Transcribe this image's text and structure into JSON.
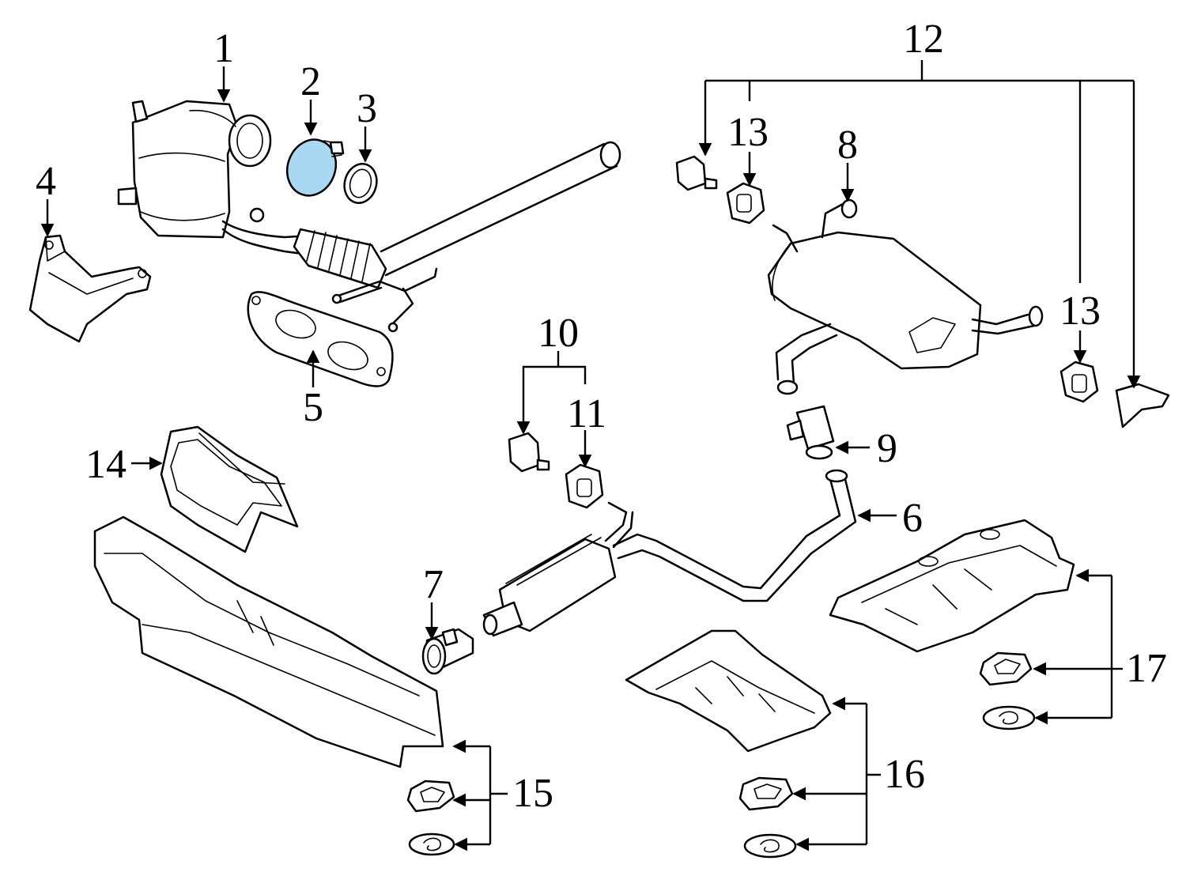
{
  "diagram": {
    "type": "exploded parts diagram",
    "highlight_color": "#a9d8f2",
    "line_color": "#000000",
    "background_color": "#ffffff",
    "callouts": {
      "c1": "1",
      "c2": "2",
      "c3": "3",
      "c4": "4",
      "c5": "5",
      "c6": "6",
      "c7": "7",
      "c8": "8",
      "c9": "9",
      "c10": "10",
      "c11": "11",
      "c12": "12",
      "c13a": "13",
      "c13b": "13",
      "c14": "14",
      "c15": "15",
      "c16": "16",
      "c17": "17"
    },
    "highlighted_part": "2"
  }
}
